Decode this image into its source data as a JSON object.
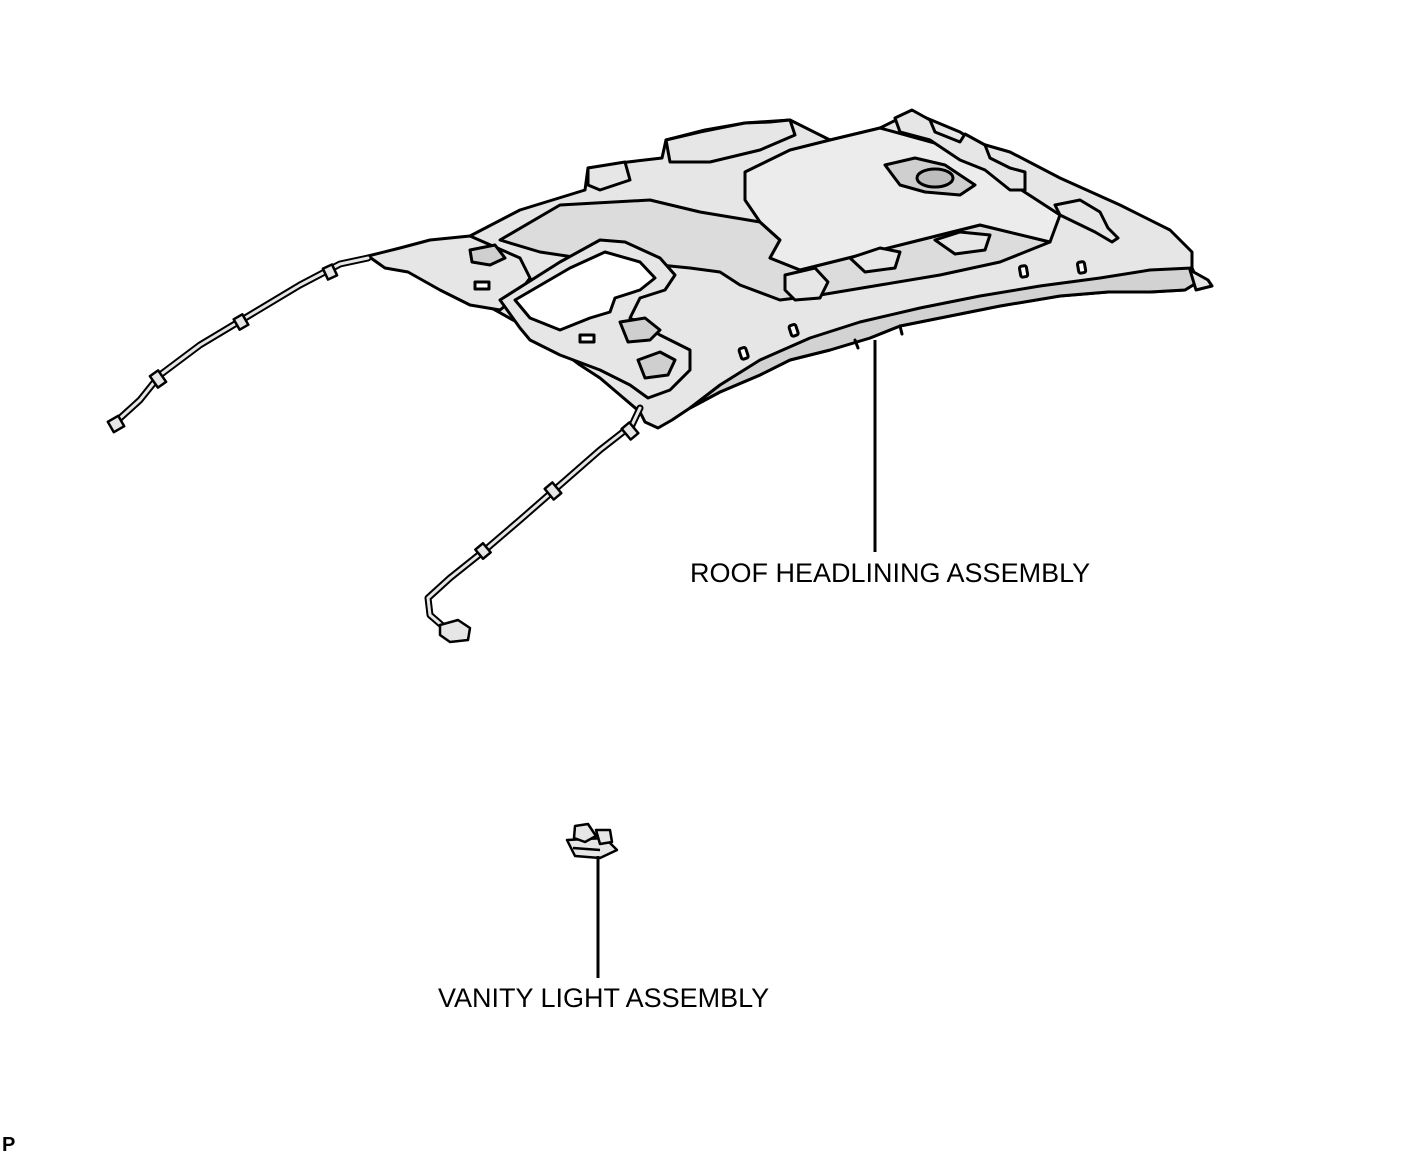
{
  "labels": {
    "roof_headlining": "ROOF HEADLINING ASSEMBLY",
    "vanity_light": "VANITY LIGHT ASSEMBLY"
  },
  "figure_code": "P",
  "colors": {
    "line": "#000000",
    "panel_fill": "#e6e6e6",
    "panel_shade": "#d2d2d2",
    "background": "#ffffff"
  }
}
